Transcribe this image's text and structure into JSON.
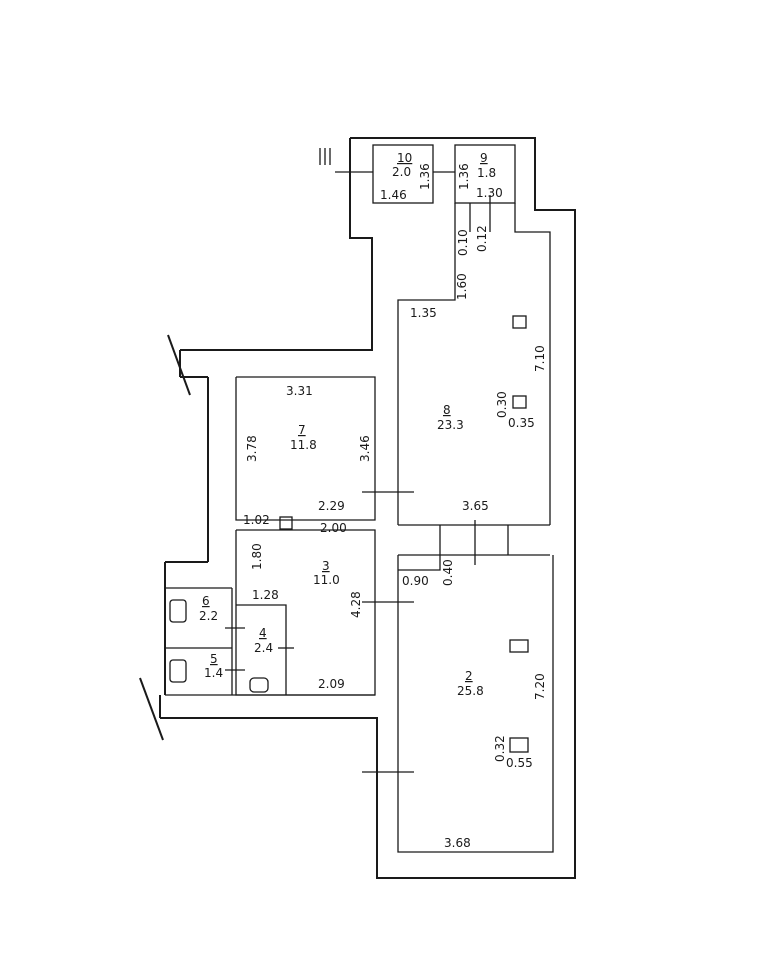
{
  "rooms": [
    {
      "id": "room-2",
      "number": "2",
      "area": "25.8"
    },
    {
      "id": "room-3",
      "number": "3",
      "area": "11.0"
    },
    {
      "id": "room-4",
      "number": "4",
      "area": "2.4"
    },
    {
      "id": "room-5",
      "number": "5",
      "area": "1.4"
    },
    {
      "id": "room-6",
      "number": "6",
      "area": "2.2"
    },
    {
      "id": "room-7",
      "number": "7",
      "area": "11.8"
    },
    {
      "id": "room-8",
      "number": "8",
      "area": "23.3"
    },
    {
      "id": "room-9",
      "number": "9",
      "area": "1.8"
    },
    {
      "id": "room-10",
      "number": "10",
      "area": "2.0"
    }
  ],
  "dimensions": {
    "room10_width": "1.46",
    "room10_height": "1.36",
    "room9_height": "1.36",
    "room9_width": "1.30",
    "corridor_a": "0.10",
    "corridor_b": "0.12",
    "room8_top_left": "1.35",
    "room8_top_depth": "1.60",
    "room8_height": "7.10",
    "room8_pillar_h": "0.30",
    "room8_pillar_w": "0.35",
    "room8_bottom": "3.65",
    "room7_width": "3.31",
    "room7_left": "3.78",
    "room7_right": "3.46",
    "room7_bottom": "2.29",
    "room7_step": "1.02",
    "room3_top": "2.00",
    "room3_left": "1.80",
    "room3_right": "4.28",
    "room4_width": "1.28",
    "room3_bottom": "2.09",
    "room2_step_w": "0.90",
    "room2_step_h": "0.40",
    "room2_height": "7.20",
    "room2_pillar_h": "0.32",
    "room2_pillar_w": "0.55",
    "room2_bottom": "3.68"
  }
}
